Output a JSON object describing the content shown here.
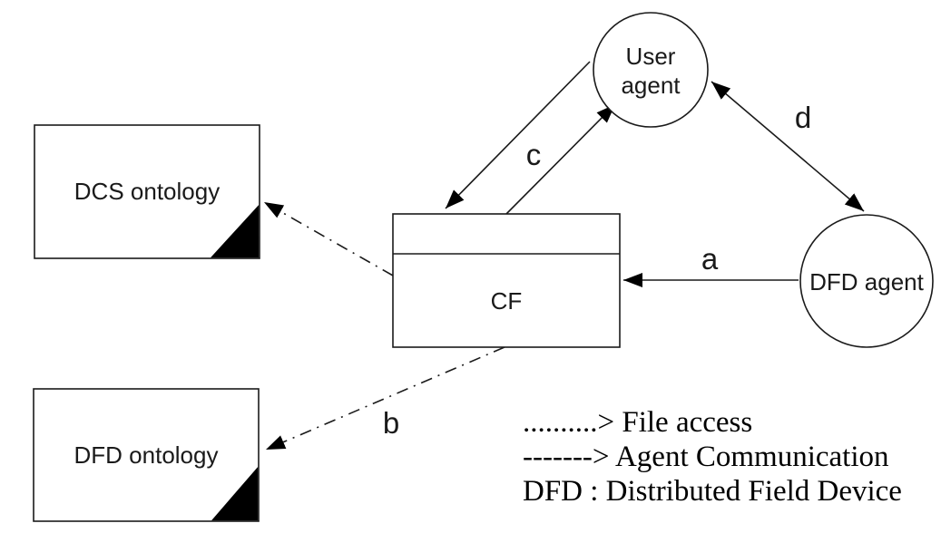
{
  "diagram": {
    "colors": {
      "ink": "#1a1a1a",
      "fill_black": "#000000",
      "background": "#ffffff"
    },
    "nodes": {
      "dcs_ontology": {
        "label": "DCS ontology",
        "shape": "rectangle-with-black-corner"
      },
      "dfd_ontology": {
        "label": "DFD ontology",
        "shape": "rectangle-with-black-corner"
      },
      "cf": {
        "label": "CF",
        "shape": "two-compartment-rectangle"
      },
      "user_agent": {
        "label": "User agent",
        "lines": [
          "User",
          "agent"
        ],
        "shape": "circle"
      },
      "dfd_agent": {
        "label": "DFD agent",
        "shape": "circle"
      }
    },
    "edges": {
      "a": {
        "label": "a",
        "kind": "agent-communication",
        "style": "solid",
        "from": "DFD agent",
        "to": "CF"
      },
      "b": {
        "label": "b",
        "kind": "file-access",
        "style": "dash-dot",
        "from": "CF",
        "to": "DFD ontology"
      },
      "c": {
        "label": "c",
        "kind": "agent-communication",
        "style": "solid",
        "between": "CF and User agent",
        "arrows": "one arrow each direction"
      },
      "d": {
        "label": "d",
        "kind": "agent-communication",
        "style": "solid",
        "between": "User agent and DFD agent",
        "arrows": "double-headed"
      },
      "cf_to_dcs": {
        "label": "",
        "kind": "file-access",
        "style": "dash-dot",
        "from": "CF",
        "to": "DCS ontology"
      }
    },
    "legend": {
      "file_access_line": "..........> File access",
      "agent_communication_line": "-------> Agent Communication",
      "abbreviation_line": "DFD : Distributed Field Device"
    }
  }
}
